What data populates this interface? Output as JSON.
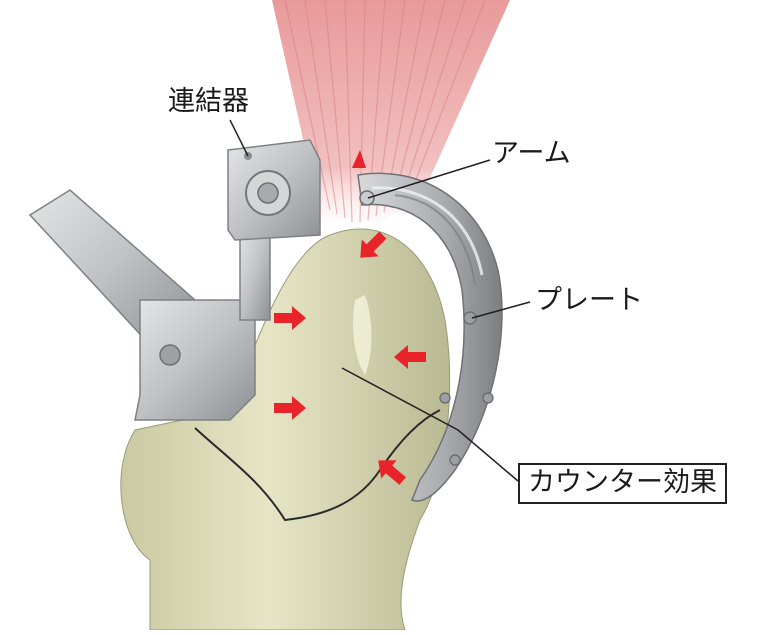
{
  "labels": {
    "coupler": "連結器",
    "arm": "アーム",
    "plate": "プレート",
    "counter_effect": "カウンター効果"
  },
  "colors": {
    "muscle": "#e8a3a3",
    "bone": "#dcdcb8",
    "metal": "#c7c9cc",
    "arrow": "#e8242a",
    "leader": "#222222"
  },
  "icons": [
    "force-arrow-icon"
  ]
}
